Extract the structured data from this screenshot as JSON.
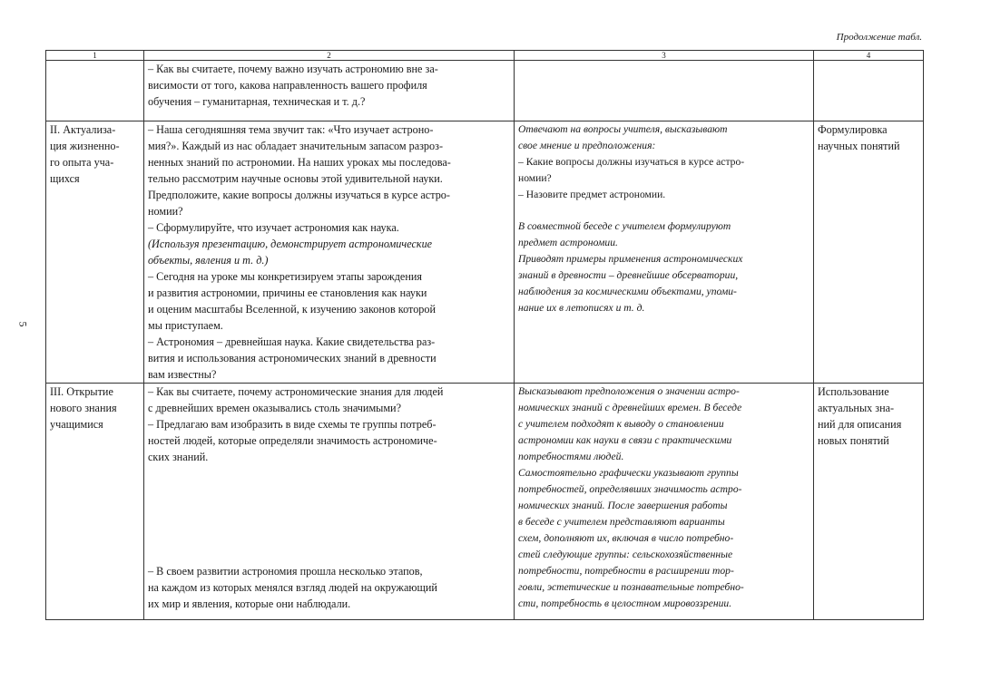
{
  "continuation_label": "Продолжение табл.",
  "page_number": "5",
  "header": [
    "1",
    "2",
    "3",
    "4"
  ],
  "rows": [
    {
      "stage": [],
      "teacher": [
        "– Как вы считаете, почему важно изучать астрономию вне за-",
        "висимости от того, какова направленность вашего профиля",
        "обучения – гуманитарная, техническая и т. д.?"
      ],
      "student": [],
      "result": []
    },
    {
      "stage": [
        "II. Актуализа-",
        "ция жизненно-",
        "го опыта уча-",
        "щихся"
      ],
      "teacher": [
        "– Наша сегодняшняя тема звучит так: «Что изучает астроно-",
        "мия?». Каждый из нас обладает значительным запасом разроз-",
        "ненных знаний по астрономии. На наших уроках мы последова-",
        "тельно рассмотрим научные основы этой удивительной науки.",
        "Предположите, какие вопросы должны изучаться в курсе астро-",
        "номии?",
        "– Сформулируйте, что изучает астрономия как наука.",
        "(Используя презентацию, демонстрирует астрономические",
        "объекты, явления и т. д.)",
        "– Сегодня на уроке мы конкретизируем этапы зарождения",
        "и развития астрономии, причины ее становления как науки",
        "и оценим масштабы Вселенной, к изучению законов которой",
        "мы приступаем.",
        "– Астрономия – древнейшая наука. Какие свидетельства раз-",
        "вития и использования астрономических знаний в древности",
        "вам известны?"
      ],
      "student_a": [
        "Отвечают на вопросы учителя, высказывают",
        "свое мнение и предположения:"
      ],
      "student_b": [
        "– Какие вопросы должны изучаться в курсе астро-",
        "номии?",
        "– Назовите предмет астрономии."
      ],
      "student_c": [
        "В совместной беседе с учителем формулируют",
        "предмет астрономии.",
        "Приводят примеры применения астрономических",
        "знаний в древности – древнейшие обсерватории,",
        "наблюдения за космическими объектами, упоми-",
        "нание их в летописях и т. д."
      ],
      "result": [
        "Формулировка",
        "научных понятий"
      ]
    },
    {
      "stage": [
        "III. Открытие",
        "нового знания",
        "учащимися"
      ],
      "teacher_a": [
        "– Как вы считаете, почему астрономические знания для людей",
        "с древнейших времен оказывались столь значимыми?",
        "– Предлагаю вам изобразить в виде схемы те группы потреб-",
        "ностей людей, которые определяли значимость астрономиче-",
        "ских знаний."
      ],
      "teacher_b": [
        "– В своем развитии астрономия прошла несколько этапов,",
        "на каждом из которых менялся взгляд людей на окружающий",
        "их мир и явления, которые они наблюдали."
      ],
      "student": [
        "Высказывают предположения о значении астро-",
        "номических знаний с древнейших времен. В беседе",
        "с учителем подходят к выводу о становлении",
        "астрономии как науки в связи с практическими",
        "потребностями людей.",
        "Самостоятельно графически указывают группы",
        "потребностей, определявших значимость астро-",
        "номических знаний. После завершения работы",
        "в беседе с учителем представляют варианты",
        "схем, дополняют их, включая в число потребно-",
        "стей следующие группы: сельскохозяйственные",
        "потребности, потребности в расширении тор-",
        "говли, эстетические и познавательные потребно-",
        "сти, потребность в целостном мировоззрении."
      ],
      "result": [
        "Использование",
        "актуальных зна-",
        "ний для описания",
        "новых понятий"
      ]
    }
  ]
}
